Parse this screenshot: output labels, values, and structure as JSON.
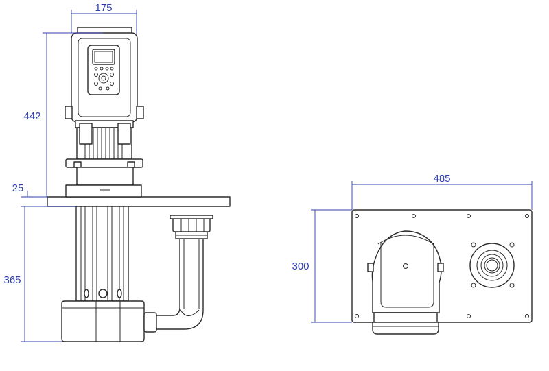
{
  "theme": {
    "dimension_color": "#2f3fae",
    "line_color": "#2b2b2b"
  },
  "dimensions": {
    "motor_width": "175",
    "total_height": "442",
    "plate_thickness": "25",
    "immersion_depth": "365",
    "base_width": "485",
    "base_height": "300"
  }
}
